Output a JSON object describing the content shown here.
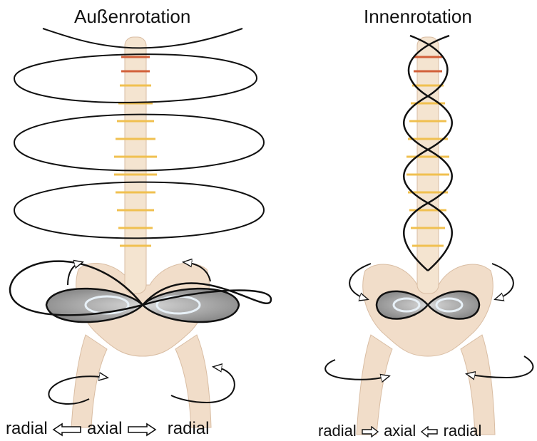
{
  "left": {
    "title": "Außenrotation",
    "caption": {
      "left": "radial",
      "center": "axial",
      "right": "radial"
    }
  },
  "right": {
    "title": "Innenrotation",
    "caption": {
      "left": "radial",
      "center": "axial",
      "right": "radial"
    }
  },
  "colors": {
    "bone": "#f1ddc9",
    "bone_shadow": "#d9bda3",
    "vertebra_gold": "#f0c050",
    "vertebra_red": "#d2603a",
    "disc_fill": "#9a9a9a",
    "disc_ring": "#e8f1f8",
    "line": "#111111"
  }
}
